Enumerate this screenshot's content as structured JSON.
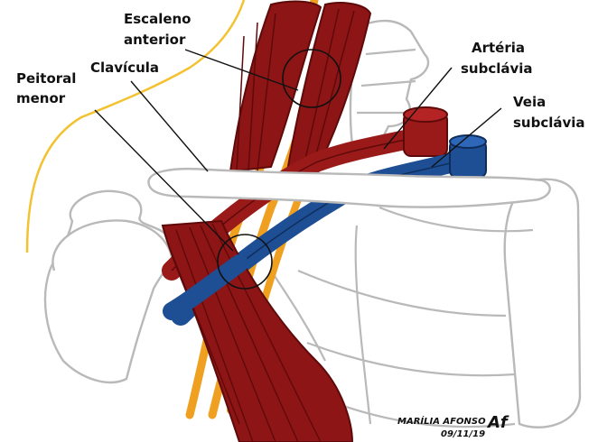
{
  "labels": {
    "escaleno_line1": "Escaleno",
    "escaleno_line2": "anterior",
    "clavicula": "Clavícula",
    "peitoral_line1": "Peitoral",
    "peitoral_line2": "menor",
    "arteria_line1": "Artéria",
    "arteria_line2": "subclávia",
    "veia_line1": "Veia",
    "veia_line2": "subclávia"
  },
  "signature": {
    "name": "MARÍLIA AFONSO",
    "date": "09/11/19",
    "initials": "Af"
  },
  "colors": {
    "muscle": "#8e1515",
    "muscle_dark": "#5e0a0a",
    "nerve": "#f0a020",
    "vein": "#1e4f95",
    "artery": "#9a1a1a",
    "skin_outline": "#f2c230",
    "bone_outline": "#b9b9b9"
  }
}
